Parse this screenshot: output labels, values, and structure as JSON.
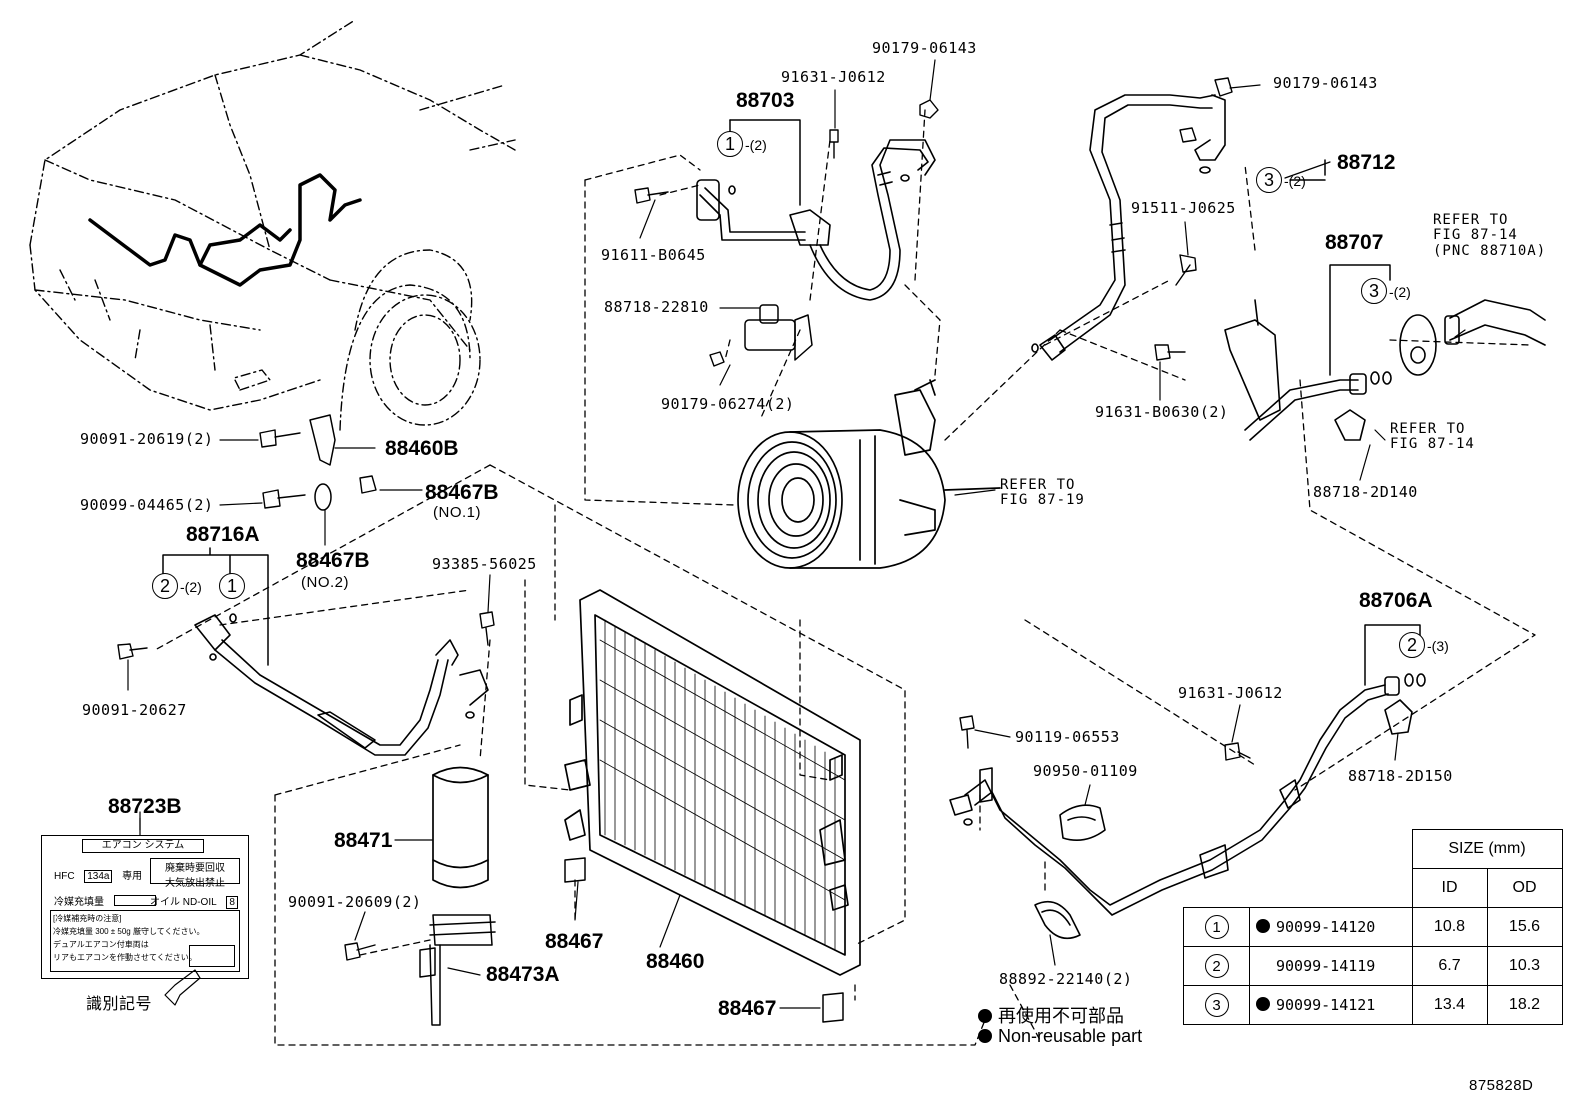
{
  "diagram": {
    "id": "875828D",
    "parts": {
      "p90179_06143_a": "90179-06143",
      "p91631_j0612_a": "91631-J0612",
      "p88703": "88703",
      "p91611_b0645": "91611-B0645",
      "p88718_22810": "88718-22810",
      "p90179_06274": "90179-06274(2)",
      "p90179_06143_b": "90179-06143",
      "p88712": "88712",
      "p91511_j0625": "91511-J0625",
      "p88707": "88707",
      "p91631_b0630": "91631-B0630(2)",
      "p88718_2d140": "88718-2D140",
      "p90091_20619": "90091-20619(2)",
      "p88460b": "88460B",
      "p90099_04465": "90099-04465(2)",
      "p88467b_1": "88467B",
      "p88467b_1_sub": "(NO.1)",
      "p88467b_2": "88467B",
      "p88467b_2_sub": "(NO.2)",
      "p88716a": "88716A",
      "p93385_56025": "93385-56025",
      "p90091_20627": "90091-20627",
      "p88723b": "88723B",
      "p88471": "88471",
      "p90091_20609": "90091-20609(2)",
      "p88473a": "88473A",
      "p88467_a": "88467",
      "p88460": "88460",
      "p88467_b": "88467",
      "p88706a": "88706A",
      "p91631_j0612_b": "91631-J0612",
      "p88718_2d150": "88718-2D150",
      "p90119_06553": "90119-06553",
      "p90950_01109": "90950-01109",
      "p88892_22140": "88892-22140(2)"
    },
    "refs": {
      "fig87_19": "REFER TO\nFIG 87-19",
      "fig87_14_a": "REFER TO\nFIG 87-14\n(PNC 88710A)",
      "fig87_14_b": "REFER TO\nFIG 87-14"
    },
    "qty": {
      "q1_88703": "-(2)",
      "q3_88712": "-(2)",
      "q3_88707": "-(2)",
      "q2_88716a": "-(2)",
      "q2_88706a": "-(3)"
    },
    "callouts": {
      "c1": "1",
      "c2": "2",
      "c3": "3"
    },
    "identification_mark": "識別記号",
    "label_sticker": {
      "title": "エアコン システム",
      "hfc": "HFC",
      "r134a": "134a",
      "senyo": "専用",
      "recover1": "廃棄時要回収",
      "recover2": "大気放出禁止",
      "refill": "冷媒充填量",
      "oil": "オイル ND-OIL",
      "oil_num": "8",
      "note1": "[冷媒補充時の注意]",
      "note2": "冷媒充填量 300 ± 50g 厳守してください。",
      "note3": "デュアルエアコン付車両は",
      "note4": "リアもエアコンを作動させてください。"
    },
    "size_table": {
      "header": "SIZE (mm)",
      "col_id": "ID",
      "col_od": "OD",
      "rows": [
        {
          "n": "1",
          "part": "90099-14120",
          "nonreusable": true,
          "id": "10.8",
          "od": "15.6"
        },
        {
          "n": "2",
          "part": "90099-14119",
          "nonreusable": false,
          "id": "6.7",
          "od": "10.3"
        },
        {
          "n": "3",
          "part": "90099-14121",
          "nonreusable": true,
          "id": "13.4",
          "od": "18.2"
        }
      ]
    },
    "legend": {
      "jp": "再使用不可部品",
      "en": "Non-reusable part"
    }
  }
}
